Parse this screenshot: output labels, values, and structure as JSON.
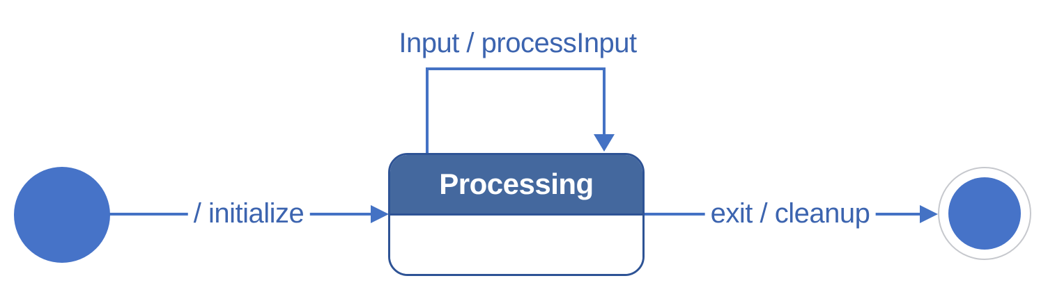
{
  "diagram": {
    "type": "uml-state-machine",
    "states": [
      {
        "id": "initial",
        "kind": "initial-pseudostate",
        "label": ""
      },
      {
        "id": "processing",
        "kind": "state",
        "label": "Processing"
      },
      {
        "id": "final",
        "kind": "final-state",
        "label": ""
      }
    ],
    "transitions": [
      {
        "from": "initial",
        "to": "processing",
        "label": "/ initialize"
      },
      {
        "from": "processing",
        "to": "processing",
        "label": "Input / processInput"
      },
      {
        "from": "processing",
        "to": "final",
        "label": "exit / cleanup"
      }
    ],
    "colors": {
      "node_fill": "#4673C8",
      "edge_line": "#4472C4",
      "edge_label_text": "#3C64AF",
      "state_header_fill": "#44689E",
      "state_border": "#2E5395",
      "state_title_text": "#FFFFFF",
      "final_ring_border": "#C6C8CD",
      "background": "#FFFFFF"
    }
  }
}
